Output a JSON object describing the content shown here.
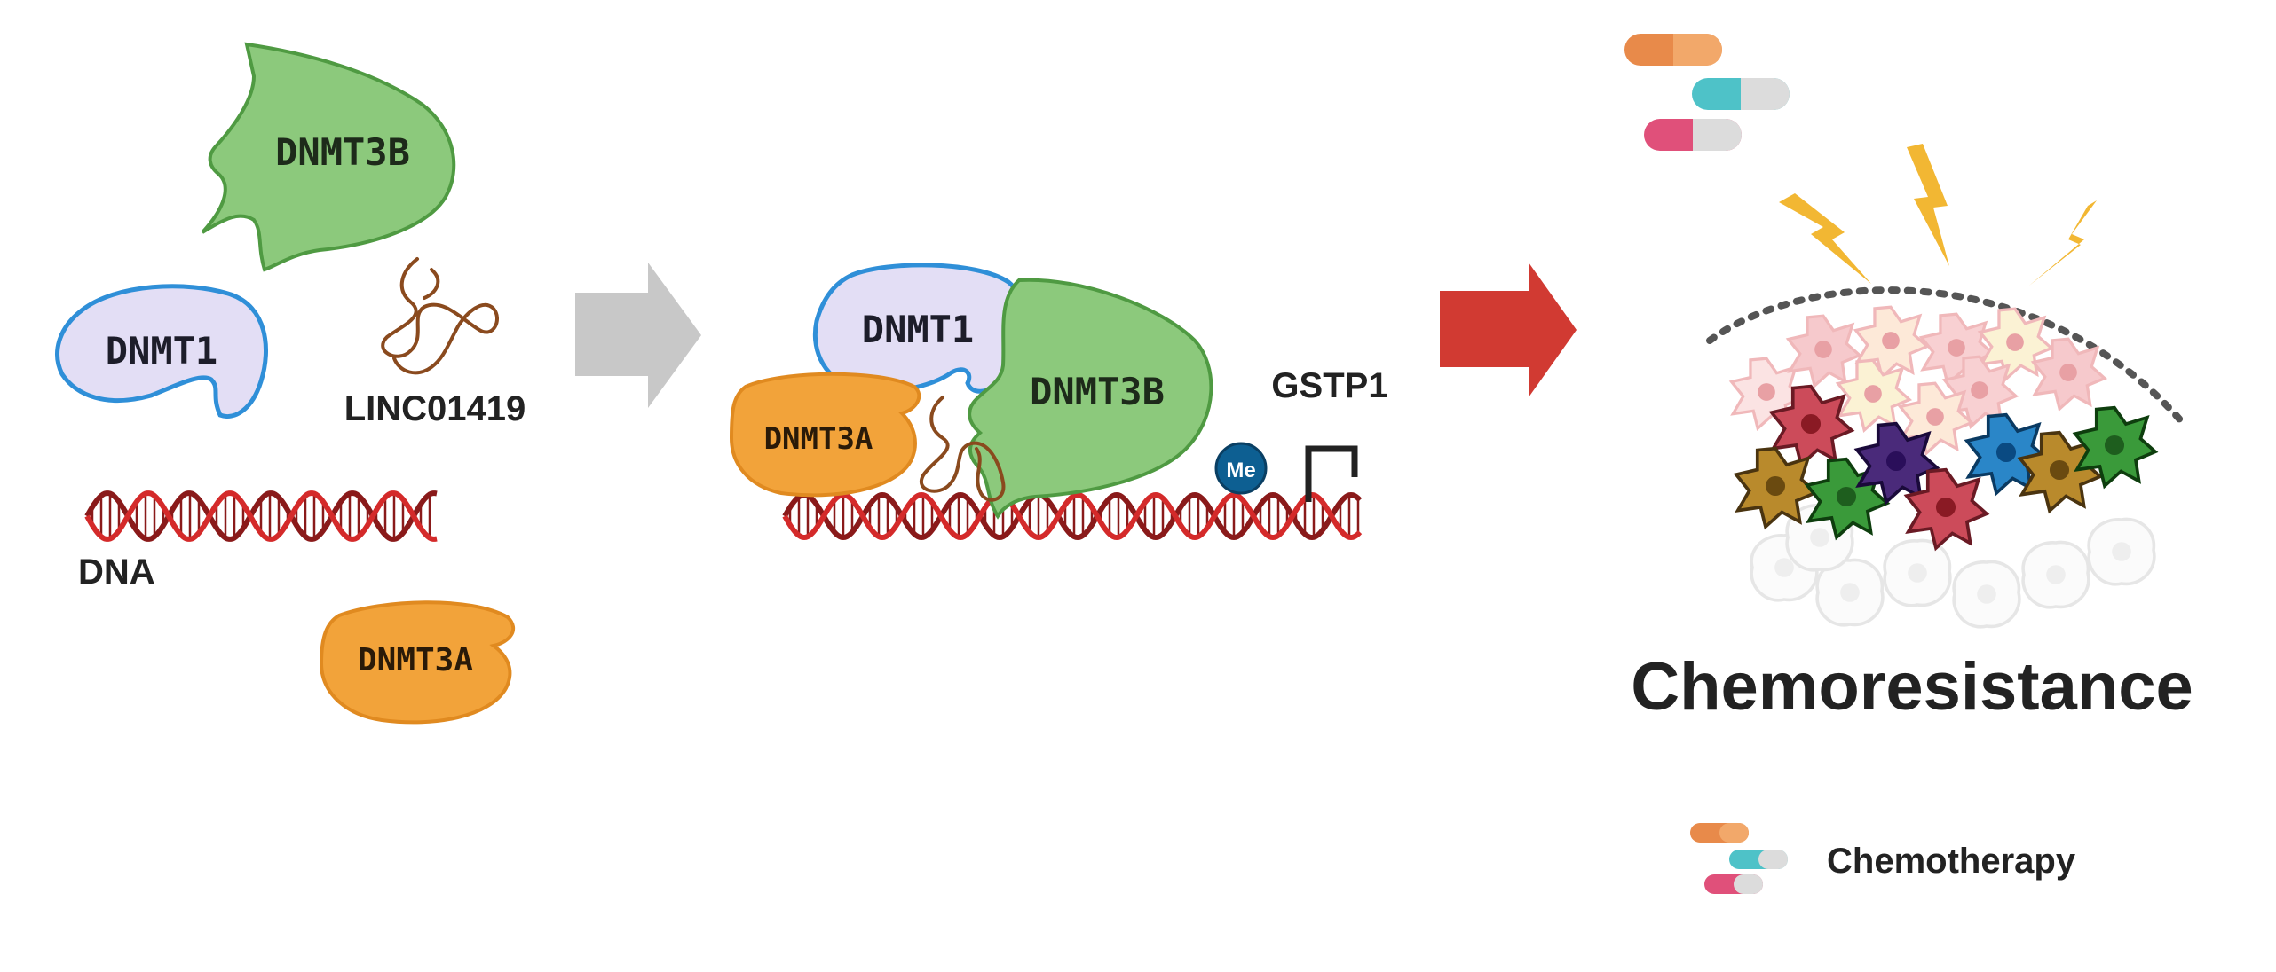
{
  "labels": {
    "dnmt3b_free": "DNMT3B",
    "dnmt1_free": "DNMT1",
    "lncrna": "LINC01419",
    "dna": "DNA",
    "dnmt3a_free": "DNMT3A",
    "dnmt1_complex": "DNMT1",
    "dnmt3b_complex": "DNMT3B",
    "dnmt3a_complex": "DNMT3A",
    "methyl": "Me",
    "gene": "GSTP1",
    "outcome": "Chemoresistance",
    "legend": "Chemotherapy"
  },
  "colors": {
    "dnmt3b": "#8cc97c",
    "dnmt1_fill": "#e3def5",
    "dnmt1_stroke": "#2f8fd8",
    "dnmt3a": "#f2a33a",
    "rna": "#8a4a1e",
    "dna_red": "#d42a2a",
    "dna_dark": "#8a1a1a",
    "methyl": "#0d5f92",
    "arrow_gray": "#c8c8c8",
    "arrow_red": "#d13a32",
    "bolt": "#f2b733",
    "text": "#222222"
  },
  "icons": {
    "pills": "capsule-icon",
    "bolts": "lightning-icon",
    "cells": "cancer-cell-icon"
  }
}
